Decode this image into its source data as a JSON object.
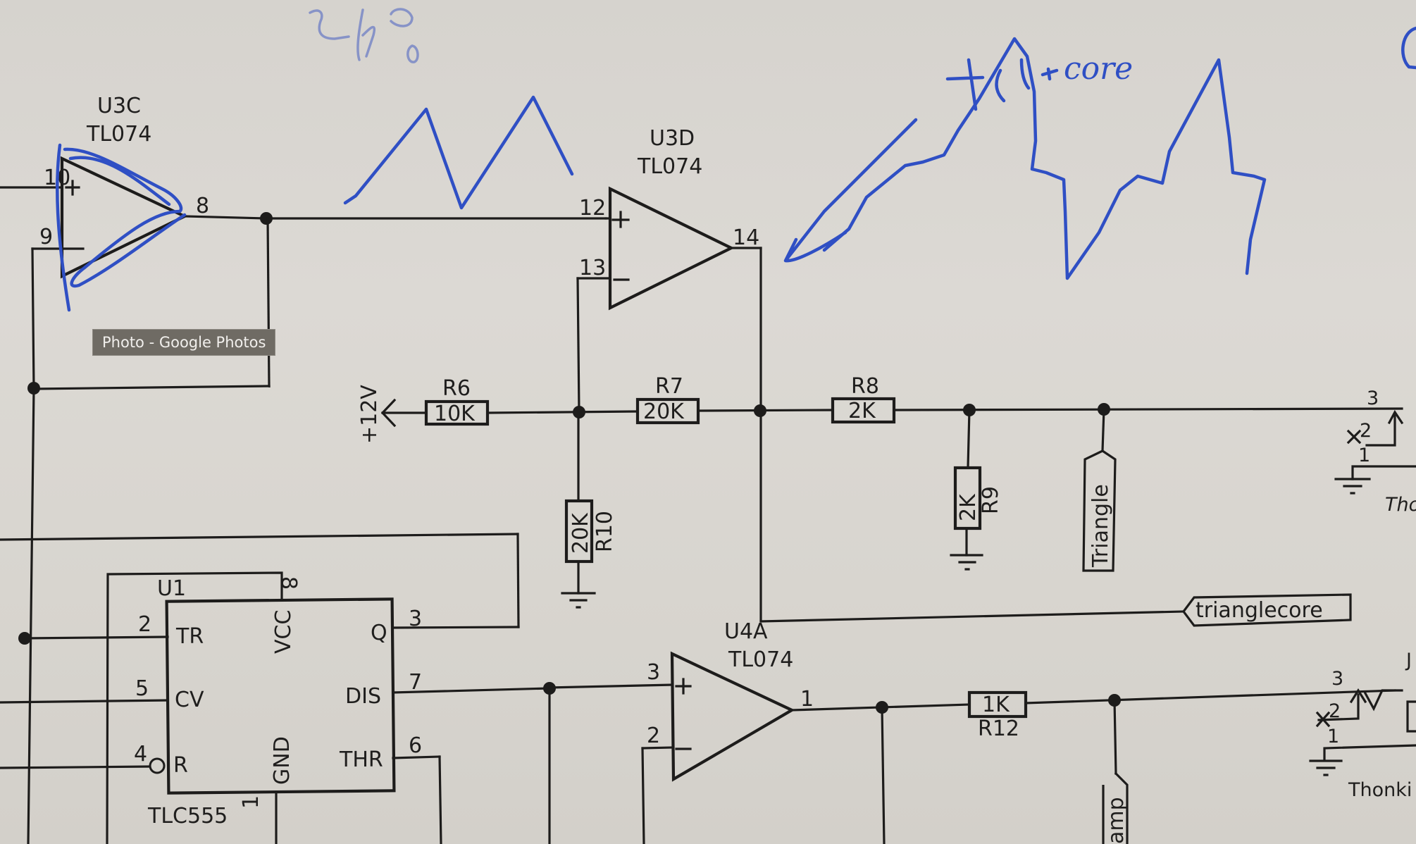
{
  "tooltip": {
    "text": "Photo - Google Photos"
  },
  "schematic": {
    "u3c": {
      "ref": "U3C",
      "part": "TL074",
      "pin_plus": "10",
      "pin_minus": "9",
      "pin_out": "8"
    },
    "u3d": {
      "ref": "U3D",
      "part": "TL074",
      "pin_plus": "12",
      "pin_minus": "13",
      "pin_out": "14"
    },
    "u4a": {
      "ref": "U4A",
      "part": "TL074",
      "pin_plus": "3",
      "pin_minus": "2",
      "pin_out": "1"
    },
    "power": {
      "label": "+12V"
    },
    "resistors": {
      "r6": {
        "ref": "R6",
        "value": "10K"
      },
      "r7": {
        "ref": "R7",
        "value": "20K"
      },
      "r8": {
        "ref": "R8",
        "value": "2K"
      },
      "r9": {
        "ref": "R9",
        "value": "2K"
      },
      "r10": {
        "ref": "R10",
        "value": "20K"
      },
      "r12": {
        "ref": "R12",
        "value": "1K"
      }
    },
    "labels": {
      "triangle": "Triangle",
      "trianglecore": "trianglecore",
      "amp": "amp"
    },
    "u1": {
      "ref": "U1",
      "part": "TLC555",
      "pins": {
        "tr": {
          "num": "2",
          "name": "TR"
        },
        "cv": {
          "num": "5",
          "name": "CV"
        },
        "r": {
          "num": "4",
          "name": "R"
        },
        "vcc": {
          "num": "8",
          "name": "VCC"
        },
        "gnd": {
          "num": "1",
          "name": "GND"
        },
        "q": {
          "num": "3",
          "name": "Q"
        },
        "dis": {
          "num": "7",
          "name": "DIS"
        },
        "thr": {
          "num": "6",
          "name": "THR"
        }
      }
    },
    "jack1": {
      "pin3": "3",
      "pin2": "2",
      "pin1": "1",
      "name": "Tho"
    },
    "jack2": {
      "pin3": "3",
      "pin2": "2",
      "pin1": "1",
      "name": "Thonki",
      "ref": "J"
    }
  },
  "annotations": {
    "core_note": "core"
  }
}
